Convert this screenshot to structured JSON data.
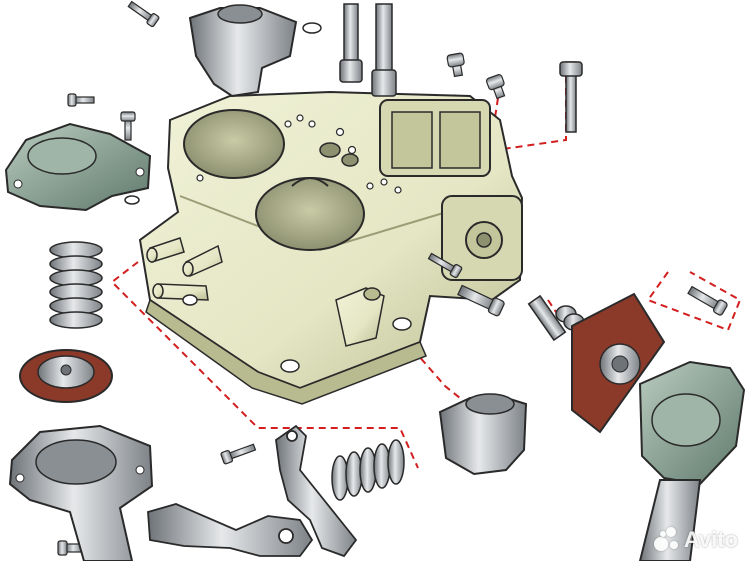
{
  "image": {
    "kind": "exploded-view-illustration",
    "subject": "carburetor",
    "colors": {
      "body": "#e4e6c4",
      "body_shadow": "#b8bb8f",
      "outline": "#2a2a2a",
      "metal": "#b9bcc0",
      "metal_dark": "#6e7378",
      "cover": "#8fa69a",
      "gasket": "#8b3a2a",
      "leader_line": "#d21e1e"
    }
  },
  "watermark": {
    "text": "Avito"
  }
}
